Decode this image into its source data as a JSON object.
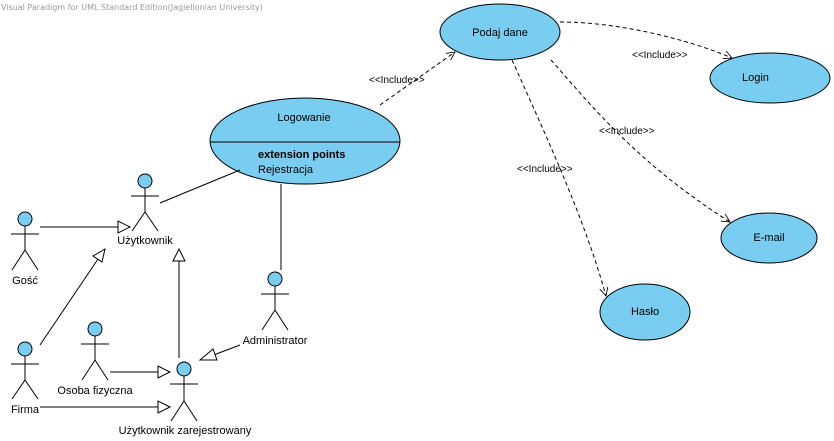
{
  "watermark": "Visual Paradigm for UML Standard Edition(Jagiellonian University)",
  "colors": {
    "use_case_fill": "#79cdf1",
    "actor_head_fill": "#79cdf1",
    "line": "#000000"
  },
  "use_cases": {
    "logowanie": {
      "name": "Logowanie",
      "ext_title": "extension points",
      "ext_point": "Rejestracja"
    },
    "podaj_dane": {
      "name": "Podaj dane"
    },
    "login": {
      "name": "Login"
    },
    "email": {
      "name": "E-mail"
    },
    "haslo": {
      "name": "Hasło"
    }
  },
  "actors": {
    "uzytkownik": {
      "name": "Użytkownik"
    },
    "gosc": {
      "name": "Gość"
    },
    "firma": {
      "name": "Firma"
    },
    "osoba": {
      "name": "Osoba fizyczna"
    },
    "zarejestrowany": {
      "name": "Użytkownik zarejestrowany"
    },
    "administrator": {
      "name": "Administrator"
    }
  },
  "relations": {
    "include_logowanie_podaj": "<<Include>>",
    "include_podaj_login": "<<Include>>",
    "include_podaj_email": "<<Include>>",
    "include_podaj_haslo": "<<Include>>"
  }
}
